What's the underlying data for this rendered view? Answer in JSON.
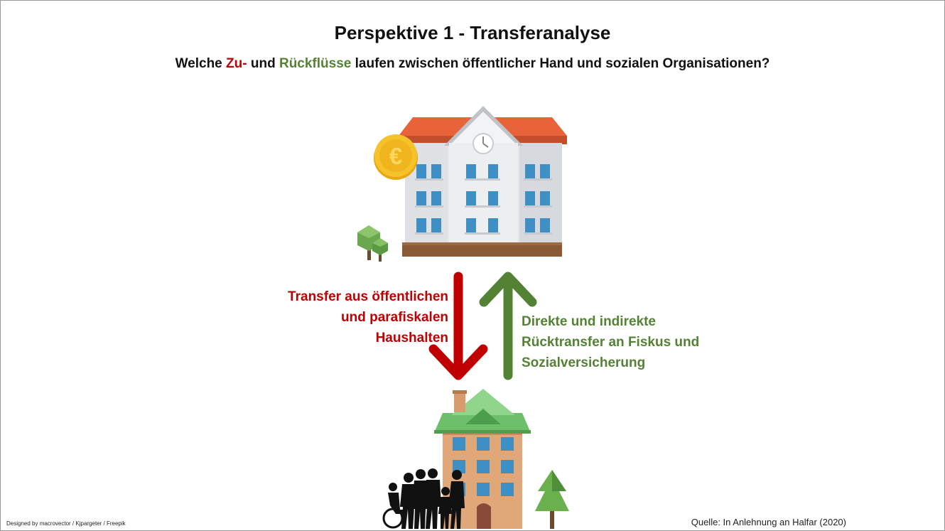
{
  "title": "Perspektive 1 - Transferanalyse",
  "subtitle": {
    "part1": "Welche ",
    "inflow": "Zu-",
    "part2": " und ",
    "backflow": "Rückflüsse",
    "part3": " laufen zwischen öffentlicher Hand und sozialen Organisationen?"
  },
  "transfer_down": {
    "lines": [
      "Transfer aus öffentlichen",
      "und parafiskalen",
      "Haushalten"
    ],
    "color": "#c00000"
  },
  "transfer_up": {
    "lines": [
      "Direkte und indirekte",
      "Rücktransfer an Fiskus und",
      "Sozialversicherung"
    ],
    "color": "#548235"
  },
  "coin_symbol": "€",
  "credit": "Designed by macrovector / Kjpargeter / Freepik",
  "source": "Quelle: In Anlehnung an Halfar (2020)",
  "icons": [
    "public-building-icon",
    "euro-coin-icon",
    "clock-icon",
    "tree-icon",
    "social-organization-building-icon",
    "people-silhouette-icon"
  ]
}
